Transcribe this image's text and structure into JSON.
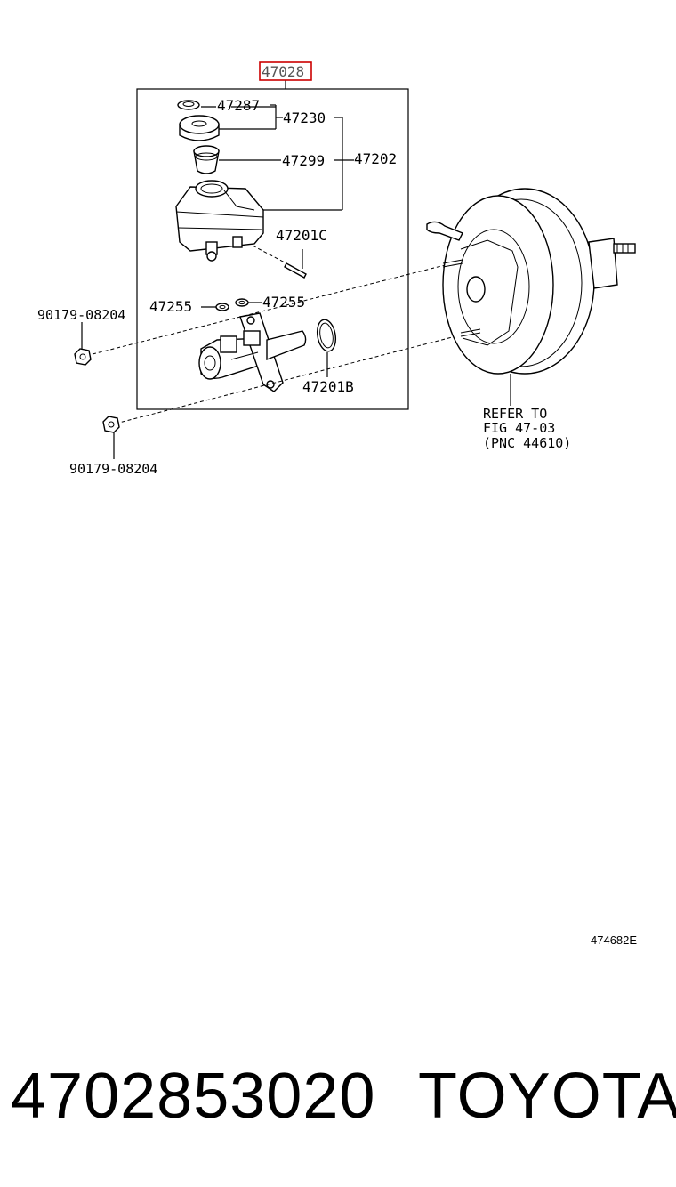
{
  "diagram": {
    "highlight_color": "#cc0000",
    "callouts": {
      "assembly": "47028",
      "cap_ring": "47287",
      "reservoir_cap_set": "47230",
      "strainer": "47299",
      "reservoir_set": "47202",
      "pin": "47201C",
      "grommet_left": "47255",
      "grommet_right": "47255",
      "o_ring": "47201B",
      "nut_upper": "90179-08204",
      "nut_lower": "90179-08204"
    },
    "refer_note": {
      "line1": "REFER TO",
      "line2": "FIG 47-03",
      "line3": "(PNC 44610)"
    },
    "figure_code": "474682E"
  },
  "footer": {
    "part_number": "4702853020",
    "brand": "TOYOTA"
  }
}
